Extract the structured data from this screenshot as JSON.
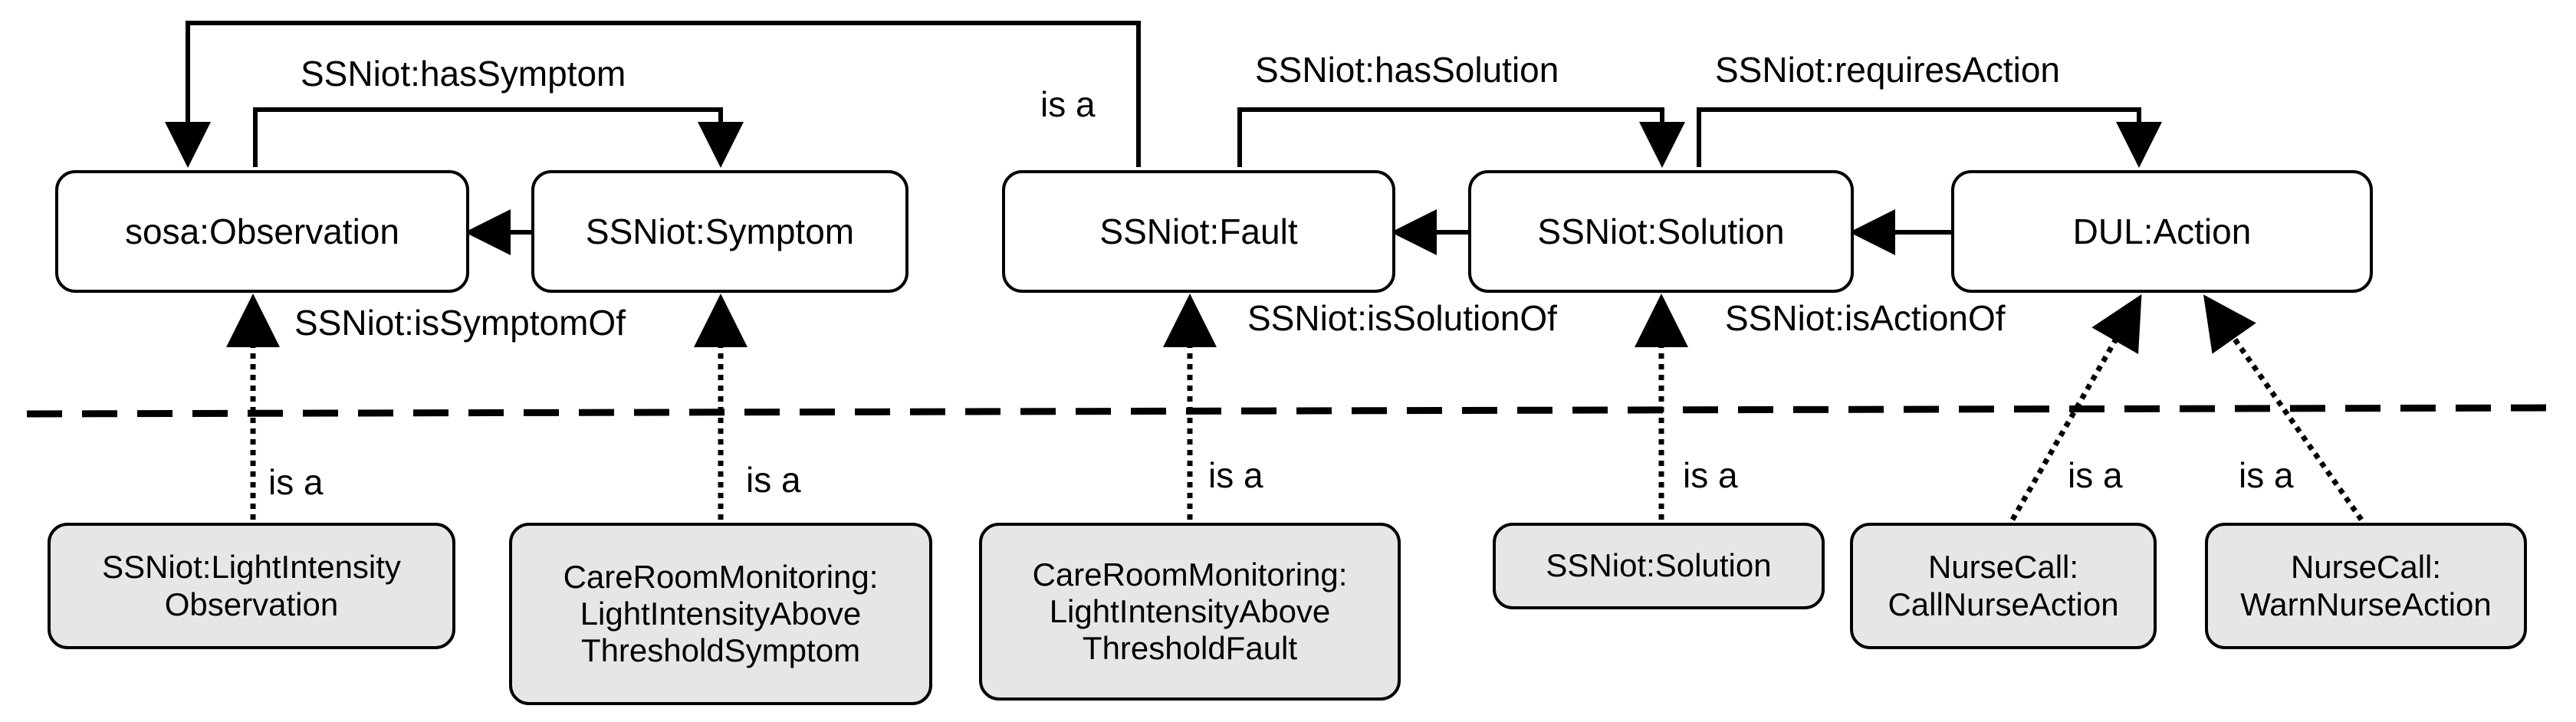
{
  "upper_classes": {
    "observation": "sosa:Observation",
    "symptom": "SSNiot:Symptom",
    "fault": "SSNiot:Fault",
    "solution": "SSNiot:Solution",
    "action": "DUL:Action"
  },
  "instances": {
    "light_observation": [
      "SSNiot:LightIntensity",
      "Observation"
    ],
    "care_symptom": [
      "CareRoomMonitoring:",
      "LightIntensityAbove",
      "ThresholdSymptom"
    ],
    "care_fault": [
      "CareRoomMonitoring:",
      "LightIntensityAbove",
      "ThresholdFault"
    ],
    "solution_inst": [
      "SSNiot:Solution"
    ],
    "call_nurse": [
      "NurseCall:",
      "CallNurseAction"
    ],
    "warn_nurse": [
      "NurseCall:",
      "WarnNurseAction"
    ]
  },
  "relations": {
    "has_symptom": "SSNiot:hasSymptom",
    "is_symptom_of": "SSNiot:isSymptomOf",
    "has_solution": "SSNiot:hasSolution",
    "is_solution_of": "SSNiot:isSolutionOf",
    "requires_action": "SSNiot:requiresAction",
    "is_action_of": "SSNiot:isActionOf",
    "is_a": "is a"
  }
}
